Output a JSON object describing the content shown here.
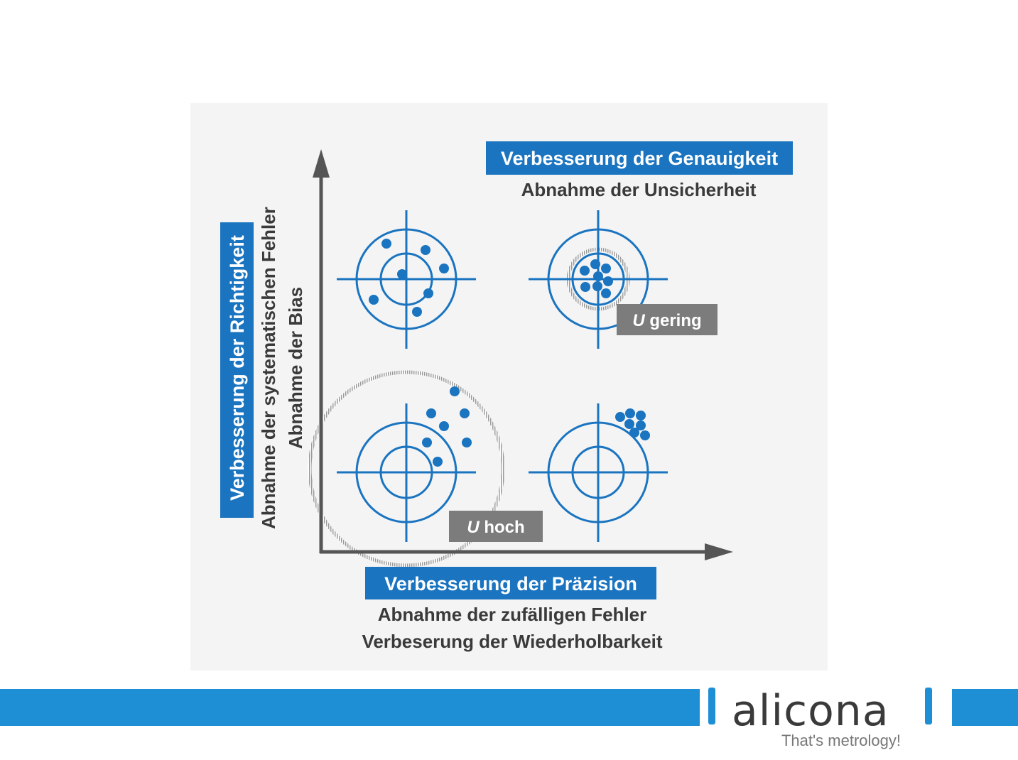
{
  "diagram": {
    "title_precision_accuracy": "Verbesserung der Genauigkeit",
    "subtitle_uncertainty": "Abnahme der Unsicherheit",
    "x_axis_label": "Verbesserung der Präzision",
    "x_axis_sub1": "Abnahme der zufälligen Fehler",
    "x_axis_sub2": "Verbeserung der Wiederholbarkeit",
    "y_axis_label": "Verbesserung der Richtigkeit",
    "y_axis_sub1": "Abnahme der systematischen Fehler",
    "y_axis_sub2": "Abnahme der Bias",
    "u_low_symbol": "U",
    "u_low_text": " gering",
    "u_high_symbol": "U",
    "u_high_text": " hoch",
    "targets": [
      {
        "name": "top-left",
        "description_hidden": false
      },
      {
        "name": "top-right"
      },
      {
        "name": "bottom-left"
      },
      {
        "name": "bottom-right"
      }
    ]
  },
  "logo": {
    "brand": "alicona",
    "tagline": "That's metrology!"
  },
  "colors": {
    "accent_blue": "#1a74c0",
    "label_gray": "#7c7c7c",
    "panel_bg": "#f4f4f4",
    "axis": "#555555",
    "brand_blue": "#1e8fd5"
  }
}
